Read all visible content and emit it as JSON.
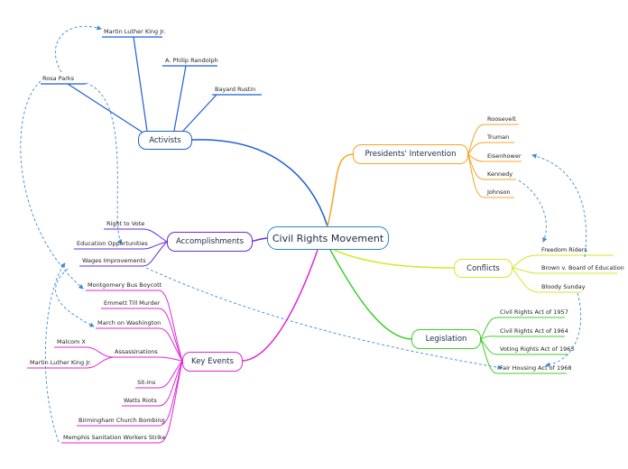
{
  "central": {
    "label": "Civil Rights Movement",
    "color": "#2b86c5"
  },
  "branches": {
    "activists": {
      "label": "Activists",
      "color": "#1f5fd6",
      "items": [
        "Martin Luther King Jr.",
        "A. Philip Randolph",
        "Bayard Rustin",
        "Rosa Parks"
      ]
    },
    "presidents": {
      "label": "Presidents' Intervention",
      "color": "#f5a524",
      "items": [
        "Roosevelt",
        "Truman",
        "Eisenhower",
        "Kennedy",
        "Johnson"
      ]
    },
    "conflicts": {
      "label": "Conflicts",
      "color": "#d7e62a",
      "items": [
        "Freedom Riders",
        "Brown v. Board of Education",
        "Bloody Sunday"
      ]
    },
    "legislation": {
      "label": "Legislation",
      "color": "#3ecf2a",
      "items": [
        "Civil Rights Act of 1957",
        "Civil Rights Act of 1964",
        "Voting Rights Act of 1965",
        "Fair Housing Act of 1968"
      ]
    },
    "accomplishments": {
      "label": "Accomplishments",
      "color": "#6a2bd6",
      "items": [
        "Right to Vote",
        "Education Opportunities",
        "Wages Improvements"
      ]
    },
    "key_events": {
      "label": "Key Events",
      "color": "#e026d8",
      "items": [
        "Montgomery Bus Boycott",
        "Emmett Till Murder",
        "March on Washington",
        "Assassinations",
        "Sit-Ins",
        "Watts Riots",
        "Birmingham Church Bombing",
        "Memphis Sanitation Workers Strike"
      ],
      "assassinations": [
        "Malcom X",
        "Martin Luther King Jr."
      ]
    }
  },
  "relation_color": "#3d8bd0"
}
